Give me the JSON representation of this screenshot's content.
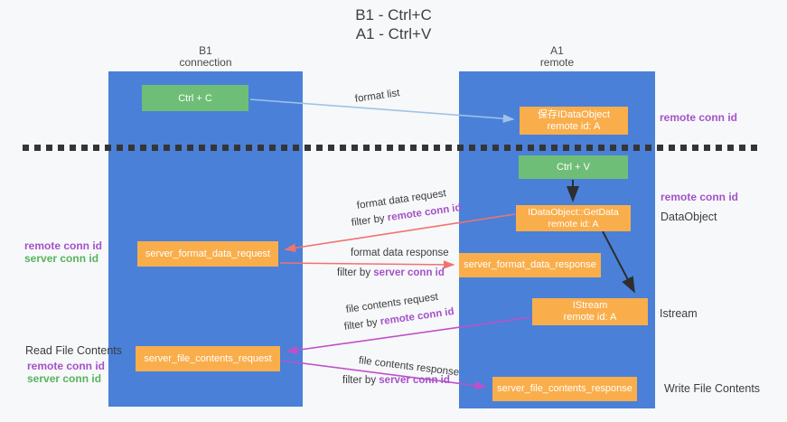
{
  "title": {
    "line1": "B1 - Ctrl+C",
    "line2": "A1 - Ctrl+V"
  },
  "columns": {
    "left": {
      "name": "B1",
      "role": "connection"
    },
    "right": {
      "name": "A1",
      "role": "remote"
    }
  },
  "labels": {
    "remote_conn_id": "remote conn id",
    "server_conn_id": "server conn id",
    "filter_by": "filter by",
    "dataobject": "DataObject",
    "istream": "Istream",
    "read_file_contents": "Read File Contents",
    "write_file_contents": "Write File Contents"
  },
  "boxes": {
    "ctrl_c": "Ctrl + C",
    "ctrl_v": "Ctrl + V",
    "save_dataobject_line1": "保存IDataObject",
    "getdata_line1": "IDataObject::GetData",
    "istream_line1": "IStream",
    "remote_id": "remote id: A",
    "server_format_data_request": "server_format_data_request",
    "server_format_data_response": "server_format_data_response",
    "server_file_contents_request": "server_file_contents_request",
    "server_file_contents_response": "server_file_contents_response"
  },
  "annotations": {
    "format_list": "format list",
    "format_data_request": "format data request",
    "format_data_response": "format data response",
    "file_contents_request": "file contents request",
    "file_contents_response": "file contents response"
  },
  "colors": {
    "lifeline_blue": "#4a80d8",
    "box_orange": "#f9ae4b",
    "box_green": "#6fbe77",
    "arrow_lightblue": "#9dc3e6",
    "arrow_salmon": "#f0736f",
    "arrow_magenta": "#c050c8",
    "arrow_black": "#2e2e2e",
    "text_purple": "#a452c8",
    "text_green": "#56b45c",
    "text_dark": "#3c3c3c"
  }
}
